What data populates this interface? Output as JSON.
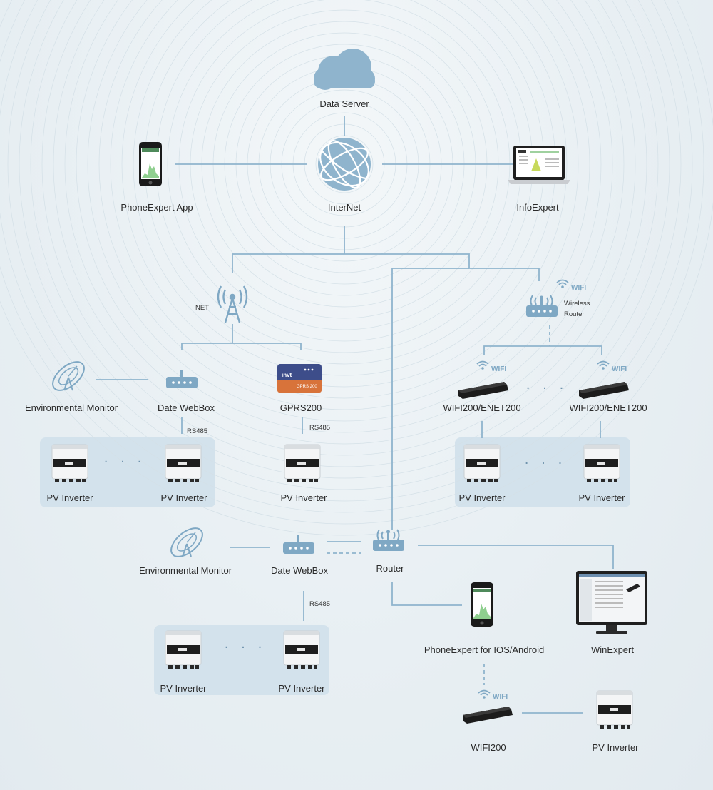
{
  "nodes": {
    "data_server": "Data Server",
    "internet": "InterNet",
    "phoneexpert_app": "PhoneExpert App",
    "infoexpert": "InfoExpert",
    "net": "NET",
    "wireless_router_line1": "Wireless",
    "wireless_router_line2": "Router",
    "env_monitor_1": "Environmental Monitor",
    "date_webbox_1": "Date WebBox",
    "gprs200": "GPRS200",
    "wifi_enet_1": "WIFI200/ENET200",
    "wifi_enet_2": "WIFI200/ENET200",
    "pv_inverter_a1": "PV Inverter",
    "pv_inverter_a2": "PV Inverter",
    "pv_inverter_b": "PV Inverter",
    "pv_inverter_c1": "PV Inverter",
    "pv_inverter_c2": "PV Inverter",
    "env_monitor_2": "Environmental Monitor",
    "date_webbox_2": "Date WebBox",
    "router": "Router",
    "pv_inverter_d1": "PV Inverter",
    "pv_inverter_d2": "PV Inverter",
    "phoneexpert_ios": "PhoneExpert for IOS/Android",
    "winexpert": "WinExpert",
    "wifi200": "WIFI200",
    "pv_inverter_e": "PV Inverter"
  },
  "edge_labels": {
    "rs485_1": "RS485",
    "rs485_2": "RS485",
    "rs485_3": "RS485"
  },
  "wifi_tags": {
    "router_wifi": "WIFI",
    "module_wifi_1": "WIFI",
    "module_wifi_2": "WIFI",
    "module_wifi_3": "WIFI"
  },
  "device_text": {
    "gprs_brand": "invt",
    "gprs_model": "GPRS 200"
  },
  "ellipsis": "· · ·",
  "colors": {
    "line": "#8fb4cd",
    "cloud": "#8fb4cd",
    "device_blue": "#7fa8c4",
    "group_bg": "#d3e2ec"
  }
}
